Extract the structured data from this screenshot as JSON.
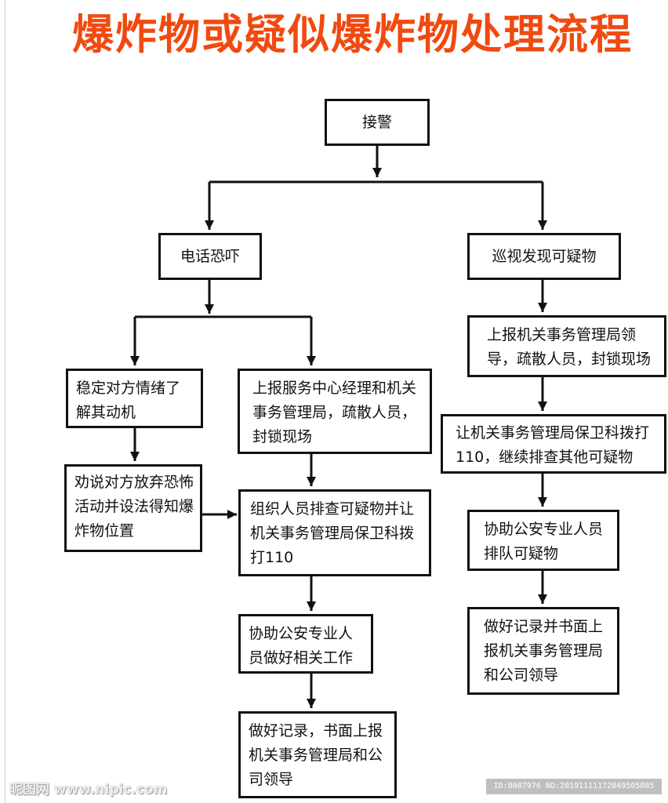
{
  "title": "爆炸物或疑似爆炸物处理流程",
  "nodes": {
    "receive_alarm": "接警",
    "phone_threat": "电话恐吓",
    "patrol_found": "巡视发现可疑物",
    "stabilize": "稳定对方情绪了解其动机",
    "persuade": "劝说对方放弃恐怖活动并设法得知爆炸物位置",
    "report_manager": "上报服务中心经理和机关事务管理局，疏散人员，封锁现场",
    "organize_search": "组织人员排查可疑物并让机关事务管理局保卫科拨打110",
    "assist_police_left": "协助公安专业人员做好相关工作",
    "record_left": "做好记录，书面上报机关事务管理局和公司领导",
    "report_bureau": "上报机关事务管理局领导，疏散人员，封锁现场",
    "bureau_call": "让机关事务管理局保卫科拨打110，继续排查其他可疑物",
    "assist_police_right": "协助公安专业人员排队可疑物",
    "record_right": "做好记录并书面上报机关事务管理局和公司领导"
  },
  "watermarks": {
    "site": "昵图网 www.nipic.com",
    "id": "ID:8087976 NO:20191111172849505085"
  }
}
